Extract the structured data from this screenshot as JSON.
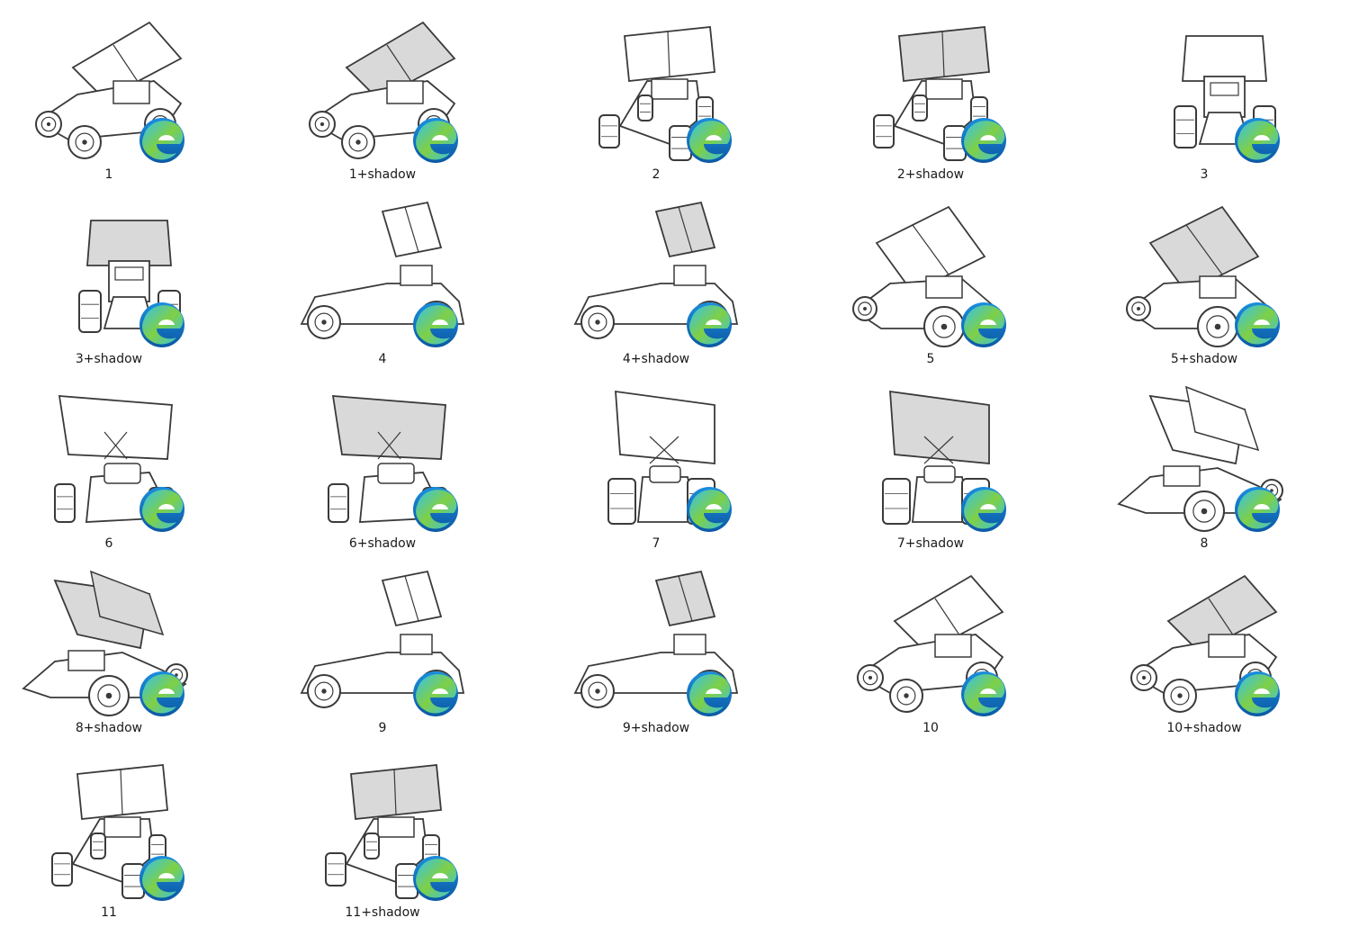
{
  "folder": {
    "items": [
      {
        "name": "1",
        "view": "a",
        "shadow": false
      },
      {
        "name": "1+shadow",
        "view": "a",
        "shadow": true
      },
      {
        "name": "2",
        "view": "b",
        "shadow": false
      },
      {
        "name": "2+shadow",
        "view": "b",
        "shadow": true
      },
      {
        "name": "3",
        "view": "c",
        "shadow": false
      },
      {
        "name": "3+shadow",
        "view": "c",
        "shadow": true
      },
      {
        "name": "4",
        "view": "d",
        "shadow": false
      },
      {
        "name": "4+shadow",
        "view": "d",
        "shadow": true
      },
      {
        "name": "5",
        "view": "e",
        "shadow": false
      },
      {
        "name": "5+shadow",
        "view": "e",
        "shadow": true
      },
      {
        "name": "6",
        "view": "f",
        "shadow": false
      },
      {
        "name": "6+shadow",
        "view": "f",
        "shadow": true
      },
      {
        "name": "7",
        "view": "g",
        "shadow": false
      },
      {
        "name": "7+shadow",
        "view": "g",
        "shadow": true
      },
      {
        "name": "8",
        "view": "h",
        "shadow": false
      },
      {
        "name": "8+shadow",
        "view": "h",
        "shadow": true
      },
      {
        "name": "9",
        "view": "d",
        "shadow": false
      },
      {
        "name": "9+shadow",
        "view": "d",
        "shadow": true
      },
      {
        "name": "10",
        "view": "a",
        "shadow": false
      },
      {
        "name": "10+shadow",
        "view": "a",
        "shadow": true
      },
      {
        "name": "11",
        "view": "b",
        "shadow": false
      },
      {
        "name": "11+shadow",
        "view": "b",
        "shadow": true
      }
    ],
    "item_icon": "microsoft-edge-icon",
    "thumbnail_icon": "sprint-car-drawing",
    "colors": {
      "edge_blue_dark": "#0c59a4",
      "edge_blue": "#1b8ede",
      "edge_teal": "#35c1f1",
      "edge_green": "#7fd044",
      "line_art": "#3a3a3a",
      "shadow_fill": "#d9d9d9"
    }
  }
}
